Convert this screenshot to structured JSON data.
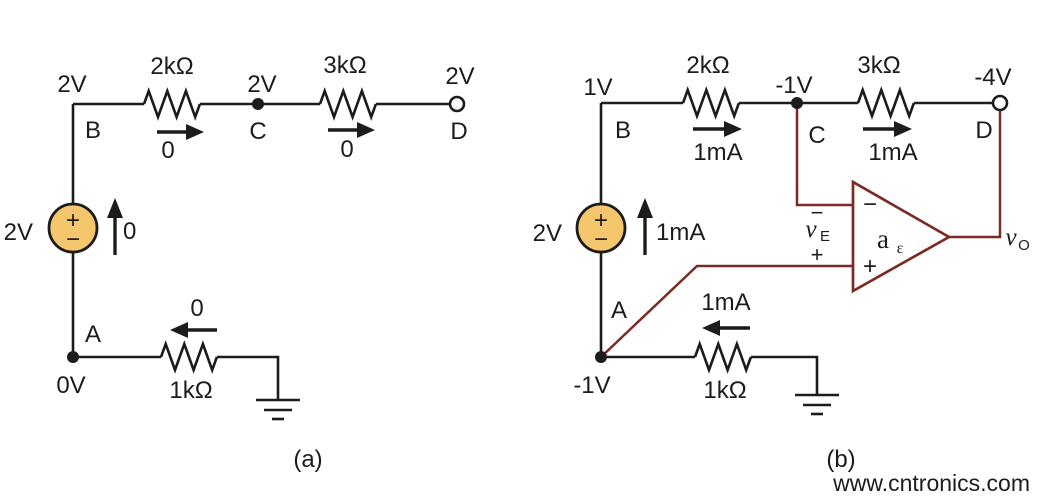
{
  "colors": {
    "wire": "#1c1c1c",
    "accent": "#7a2b23",
    "source_fill": "#f4c76d",
    "watermark": "#b9d8a5"
  },
  "watermark": "www.cntronics.com",
  "circuit_a": {
    "caption": "(a)",
    "top": {
      "node_b_voltage": "2V",
      "node_b": "B",
      "r1_value": "2kΩ",
      "r1_current": "0",
      "node_c_voltage": "2V",
      "node_c": "C",
      "r2_value": "3kΩ",
      "r2_current": "0",
      "node_d_voltage": "2V",
      "node_d": "D"
    },
    "source": {
      "value": "2V",
      "plus": "+",
      "minus": "−",
      "current": "0"
    },
    "bottom": {
      "node_a": "A",
      "node_a_voltage": "0V",
      "r3_value": "1kΩ",
      "r3_current": "0"
    }
  },
  "circuit_b": {
    "caption": "(b)",
    "top": {
      "node_b_voltage": "1V",
      "node_b": "B",
      "r1_value": "2kΩ",
      "r1_current": "1mA",
      "node_c_voltage": "-1V",
      "node_c": "C",
      "r2_value": "3kΩ",
      "r2_current": "1mA",
      "node_d_voltage": "-4V",
      "node_d": "D"
    },
    "source": {
      "value": "2V",
      "plus": "+",
      "minus": "−",
      "current": "1mA"
    },
    "bottom": {
      "node_a": "A",
      "node_a_voltage": "-1V",
      "r3_value": "1kΩ",
      "r3_current": "1mA"
    },
    "opamp": {
      "inverting_sign": "−",
      "noninverting_sign": "+",
      "gain_base": "a",
      "gain_sub": "ε",
      "error_minus": "−",
      "error_base": "v",
      "error_sub": "E",
      "error_plus": "+",
      "output_base": "v",
      "output_sub": "O"
    }
  }
}
